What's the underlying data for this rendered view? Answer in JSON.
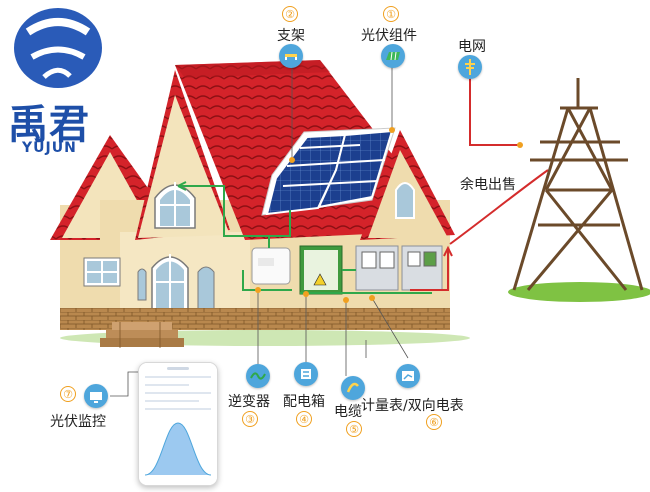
{
  "brand": {
    "name_cn": "禹君",
    "name_en": "YUJUN"
  },
  "components": [
    {
      "num": "①",
      "label": "光伏组件",
      "icon": "solar-panel-icon"
    },
    {
      "num": "②",
      "label": "支架",
      "icon": "bracket-icon"
    },
    {
      "num": "③",
      "label": "逆变器",
      "icon": "inverter-wave-icon"
    },
    {
      "num": "④",
      "label": "配电箱",
      "icon": "distribution-box-icon"
    },
    {
      "num": "⑤",
      "label": "电缆",
      "icon": "cable-icon"
    },
    {
      "num": "⑥",
      "label": "计量表/双向电表",
      "icon": "meter-icon"
    },
    {
      "num": "⑦",
      "label": "光伏监控",
      "icon": "monitor-icon"
    }
  ],
  "grid": {
    "label": "电网",
    "icon": "grid-tower-icon"
  },
  "surplus_label": "余电出售",
  "colors": {
    "roof": "#d4232a",
    "wall": "#efdcae",
    "brick": "#b9884e",
    "accent": "#4ea6dc",
    "number": "#f0a020",
    "flow": "#2fa84a",
    "export": "#d42c2c",
    "tower": "#6b4a2a",
    "brand": "#1e4fa8"
  }
}
